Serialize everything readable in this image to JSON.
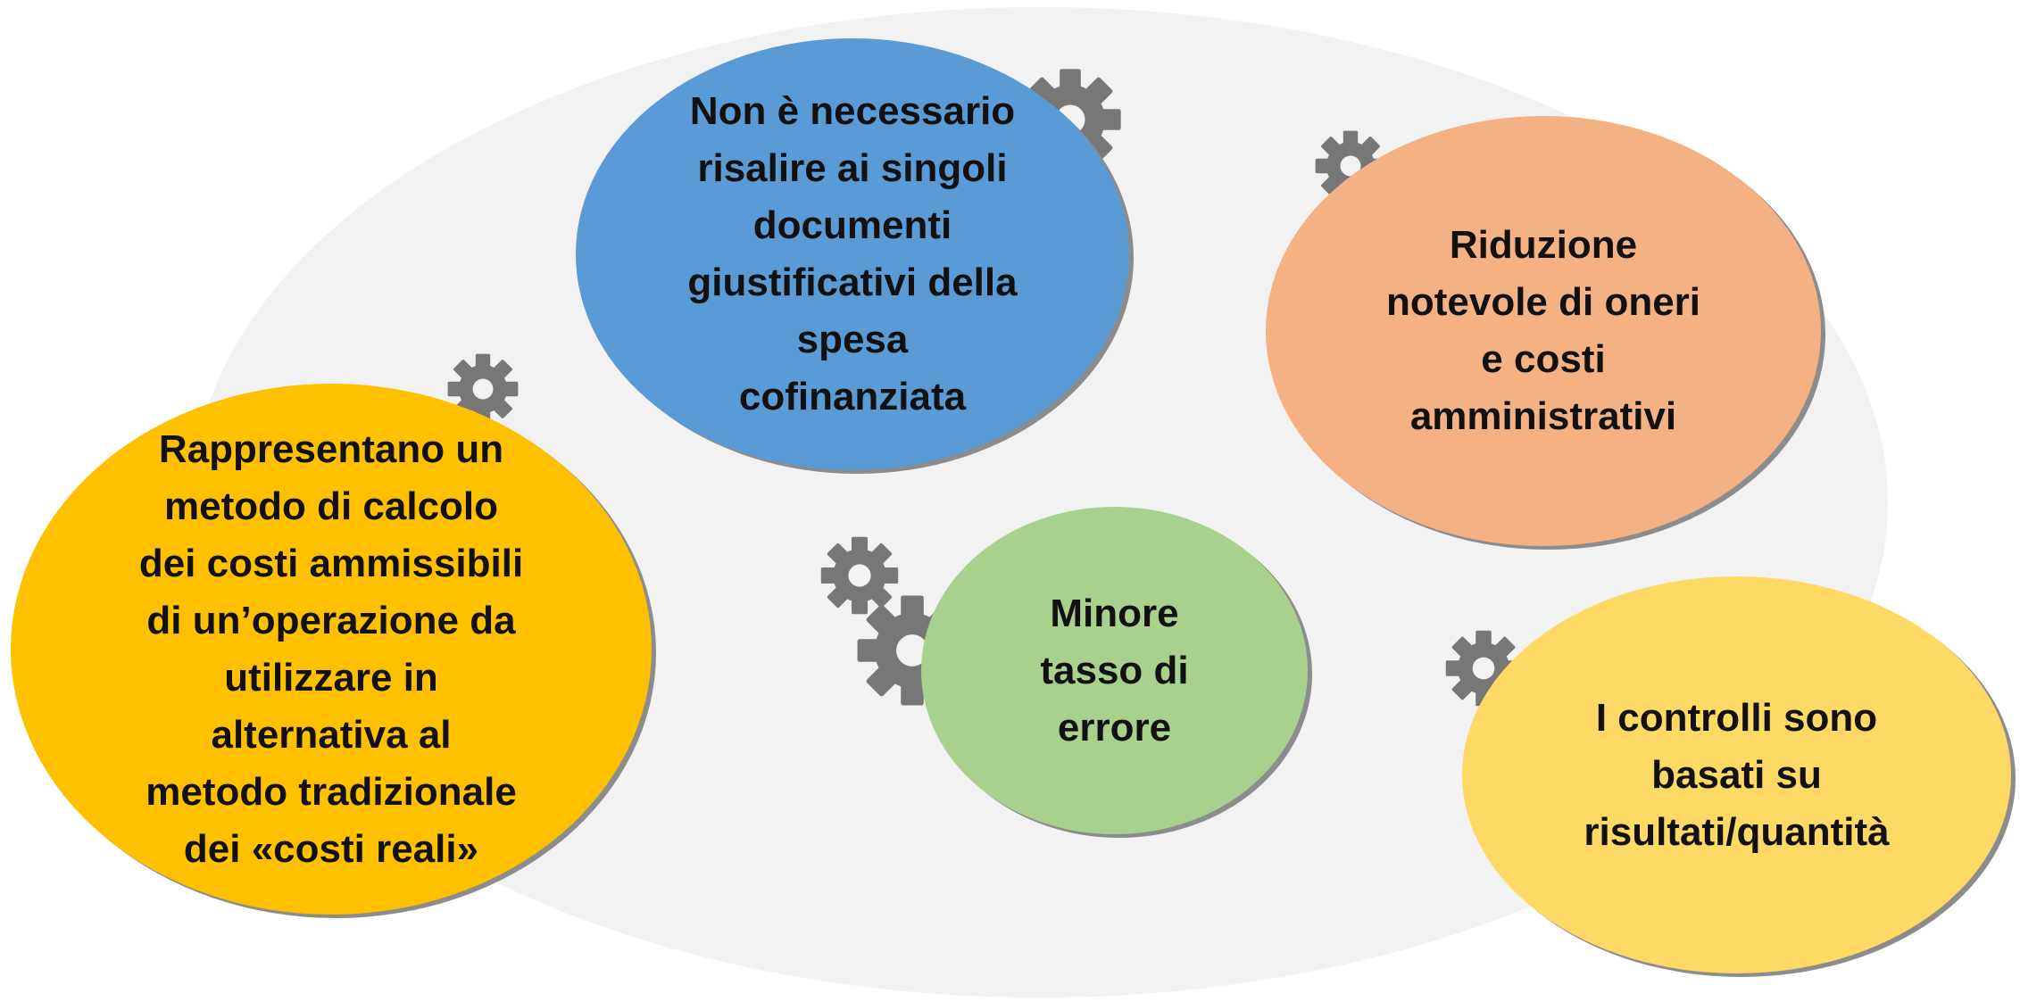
{
  "colors": {
    "backdrop": "#f2f2f2",
    "gear": "#777777",
    "bubble_shadow": "#8c8c8c",
    "text": "#111111"
  },
  "icons": [
    "gear-icon"
  ],
  "bubbles": [
    {
      "id": "rappresentano",
      "text": "Rappresentano un\nmetodo di calcolo\ndei costi ammissibili\ndi un’operazione da\nutilizzare in\nalternativa  al\nmetodo tradizionale\ndei «costi reali»",
      "color": "#ffc000"
    },
    {
      "id": "non-necessario",
      "text": "Non è necessario\nrisalire ai singoli\ndocumenti\ngiustificativi della\nspesa\ncofinanziata",
      "color": "#5b9bd5"
    },
    {
      "id": "riduzione",
      "text": "Riduzione\nnotevole di oneri\ne costi\namministrativi",
      "color": "#f4b183"
    },
    {
      "id": "minore",
      "text": "Minore\ntasso di\nerrore",
      "color": "#a9d18e"
    },
    {
      "id": "controlli",
      "text": "I controlli sono\nbasati su\nrisultati/quantità",
      "color": "#ffd966"
    }
  ]
}
